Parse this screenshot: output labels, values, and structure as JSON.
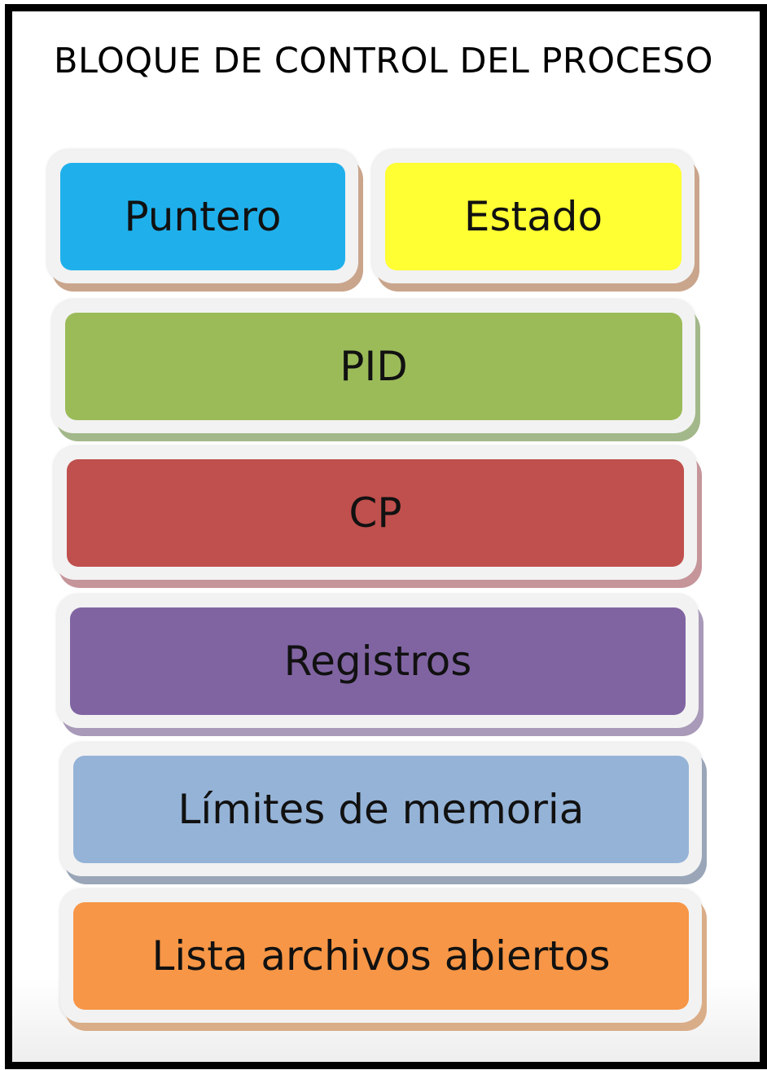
{
  "title": "BLOQUE DE CONTROL DEL PROCESO",
  "blocks": [
    {
      "id": "puntero",
      "label": "Puntero",
      "color": "#1FB0EC",
      "shadow": "#C9A58C"
    },
    {
      "id": "estado",
      "label": "Estado",
      "color": "#FFFF33",
      "shadow": "#C9A58C"
    },
    {
      "id": "pid",
      "label": "PID",
      "color": "#9BBB59",
      "shadow": "#A3B88A"
    },
    {
      "id": "cp",
      "label": "CP",
      "color": "#C0504D",
      "shadow": "#C5959A"
    },
    {
      "id": "registros",
      "label": "Registros",
      "color": "#8064A2",
      "shadow": "#A89AB8"
    },
    {
      "id": "limites",
      "label": "Límites de memoria",
      "color": "#95B3D7",
      "shadow": "#9AA6B8"
    },
    {
      "id": "lista",
      "label": "Lista archivos abiertos",
      "color": "#F79646",
      "shadow": "#D9AD88"
    }
  ]
}
